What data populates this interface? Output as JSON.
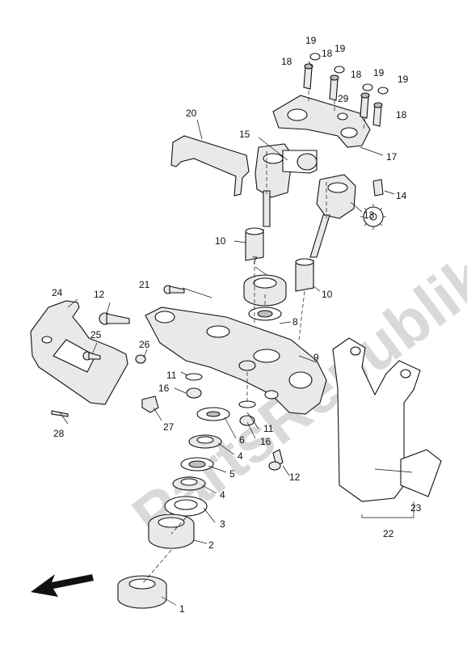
{
  "diagram": {
    "watermark": "PartsRepublik",
    "labels": {
      "l1": "1",
      "l2": "2",
      "l3": "3",
      "l4a": "4",
      "l4b": "4",
      "l5": "5",
      "l6": "6",
      "l7": "7",
      "l8": "8",
      "l9": "9",
      "l10a": "10",
      "l10b": "10",
      "l11a": "11",
      "l11b": "11",
      "l12a": "12",
      "l12b": "12",
      "l13": "13",
      "l14": "14",
      "l15": "15",
      "l16a": "16",
      "l16b": "16",
      "l17": "17",
      "l18a": "18",
      "l18b": "18",
      "l18c": "18",
      "l18d": "18",
      "l19a": "19",
      "l19b": "19",
      "l19c": "19",
      "l19d": "19",
      "l20": "20",
      "l21": "21",
      "l22": "22",
      "l23": "23",
      "l24": "24",
      "l25": "25",
      "l26": "26",
      "l27": "27",
      "l28": "28",
      "l29": "29"
    },
    "icons": {
      "front_arrow": "direction-arrow-icon",
      "gear": "gear-icon"
    }
  }
}
